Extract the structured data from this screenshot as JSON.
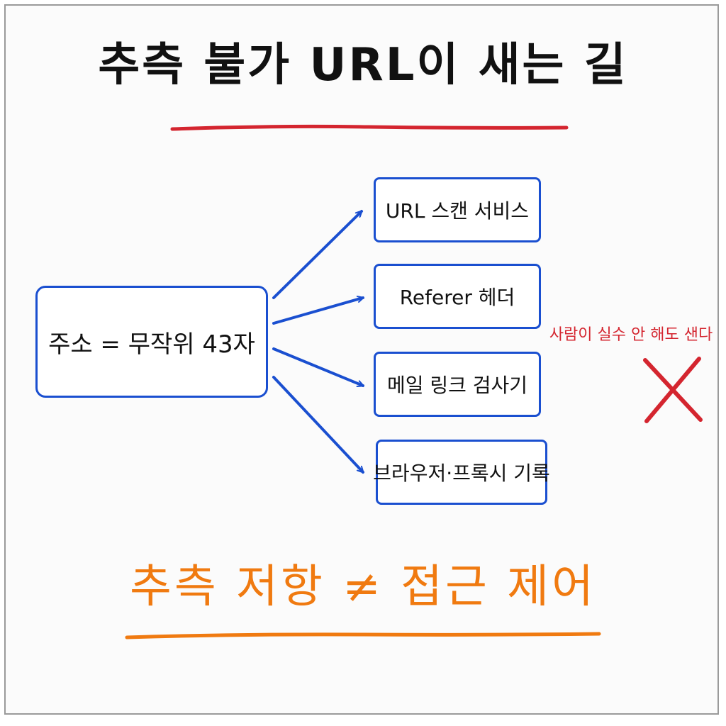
{
  "title": "추측 불가 URL이 새는 길",
  "source": "주소 = 무작위 43자",
  "targets": [
    "URL 스캔 서비스",
    "Referer 헤더",
    "메일 링크 검사기",
    "브라우저·프록시 기록"
  ],
  "note": "사람이 실수 안 해도 샌다",
  "footer": "추측 저항 ≠ 접근 제어",
  "colors": {
    "title": "#111111",
    "title_underline": "#d4252f",
    "box_border": "#1a4fd0",
    "arrow": "#1a4fd0",
    "note": "#d4252f",
    "cross": "#d4252f",
    "footer": "#f07a10"
  },
  "icons": {
    "cross": "x-mark-icon"
  }
}
